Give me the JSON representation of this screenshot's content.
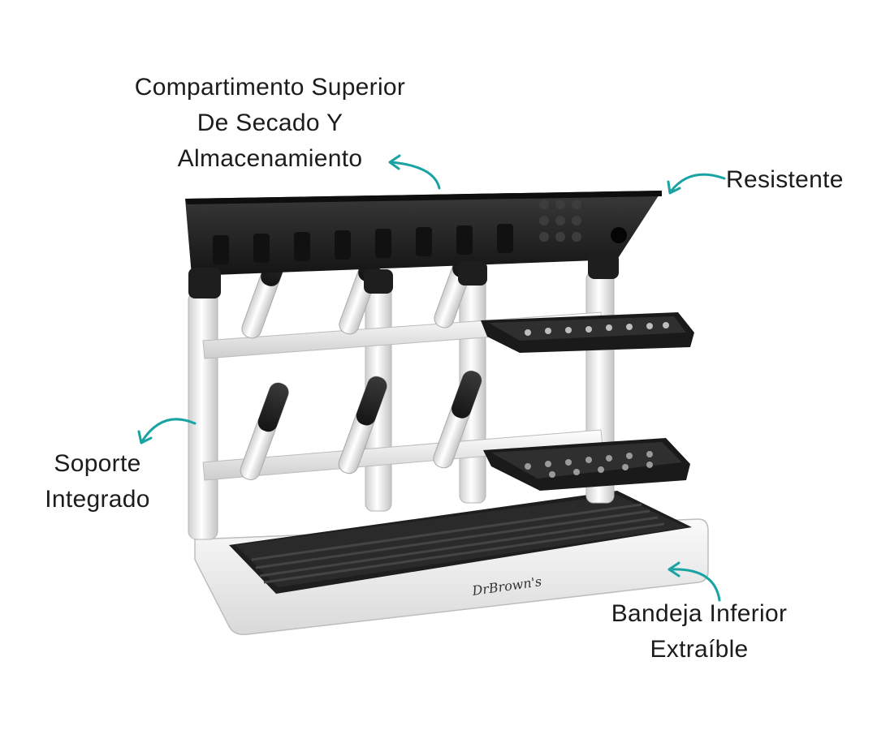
{
  "labels": {
    "top": [
      "Compartimento Superior",
      "De Secado Y",
      "Almacenamiento"
    ],
    "right": [
      "Resistente"
    ],
    "left": [
      "Soporte",
      "Integrado"
    ],
    "bottom": [
      "Bandeja Inferior",
      "Extraíble"
    ]
  },
  "brand": "DrBrown's",
  "colors": {
    "accent": "#1aa3a3",
    "rack_black": "#1e1e1e",
    "rack_white": "#f2f2f2"
  }
}
